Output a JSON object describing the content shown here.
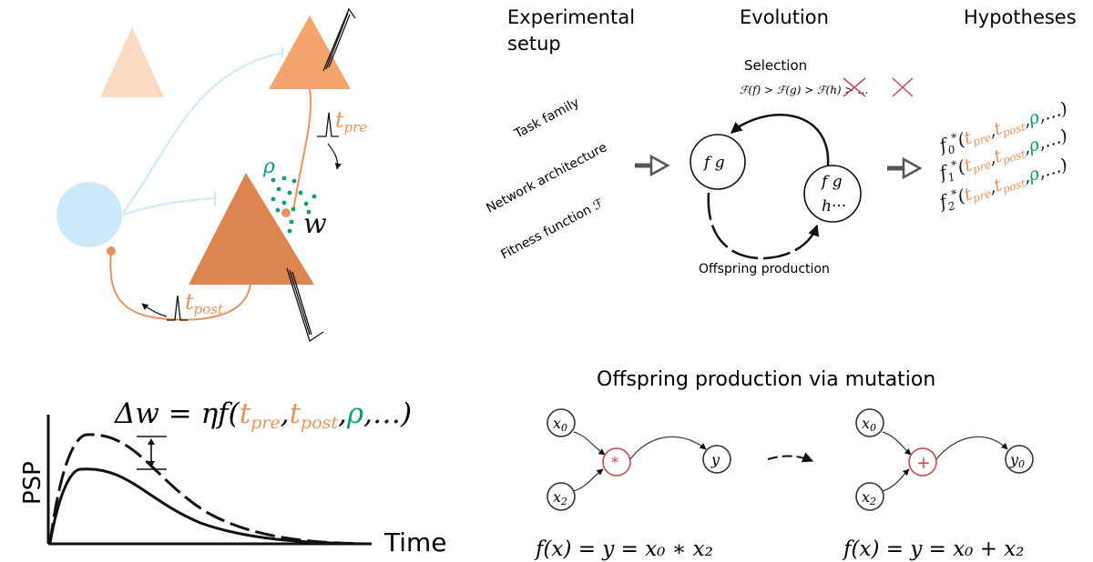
{
  "colors": {
    "orange": "#E8935C",
    "orange_light": "#FBD9C2",
    "orange_mid": "#F5A46E",
    "orange_dark": "#DC8550",
    "blue_light": "#CDE9F9",
    "teal": "#0F9B7A",
    "red": "#C24A4A",
    "dark": "#111111"
  },
  "headers": {
    "experimental_line1": "Experimental",
    "experimental_line2": "setup",
    "evolution": "Evolution",
    "hypotheses": "Hypotheses"
  },
  "neuron": {
    "t_pre": "t",
    "t_pre_sub": "pre",
    "t_post": "t",
    "t_post_sub": "post",
    "rho": "ρ",
    "w": "w"
  },
  "setup": {
    "task_family": "Task family",
    "network_architecture": "Network architecture",
    "fitness_function": "Fitness function ℱ"
  },
  "evolution": {
    "selection": "Selection",
    "ordering": "ℱ(f) > ℱ(g) > ℱ(h) > …",
    "node_left": "f  g",
    "node_right_top": "f  g",
    "node_right_bottom": "h···",
    "offspring": "Offspring production"
  },
  "hypotheses": [
    {
      "f": "f",
      "sub": "0"
    },
    {
      "f": "f",
      "sub": "1"
    },
    {
      "f": "f",
      "sub": "2"
    }
  ],
  "hypothesis_args": {
    "t": "t",
    "pre": "pre",
    "post": "post",
    "rho": "ρ",
    "tail": ",…)"
  },
  "psp_plot": {
    "equation_prefix": "Δw = ηf(",
    "equation_t": "t",
    "equation_pre": "pre",
    "equation_post": "post",
    "equation_rho": "ρ",
    "equation_suffix": ",…)",
    "ylabel": "PSP",
    "xlabel": "Time"
  },
  "mutation": {
    "title": "Offspring production via mutation",
    "left": {
      "in0": "x",
      "in0_sub": "0",
      "in1": "x",
      "in1_sub": "2",
      "op": "*",
      "out": "y",
      "formula": "f(x) = y = x₀ ∗ x₂"
    },
    "right": {
      "in0": "x",
      "in0_sub": "0",
      "in1": "x",
      "in1_sub": "2",
      "op": "+",
      "out": "y",
      "out_sub": "0",
      "formula": "f(x) = y = x₀ + x₂"
    }
  }
}
